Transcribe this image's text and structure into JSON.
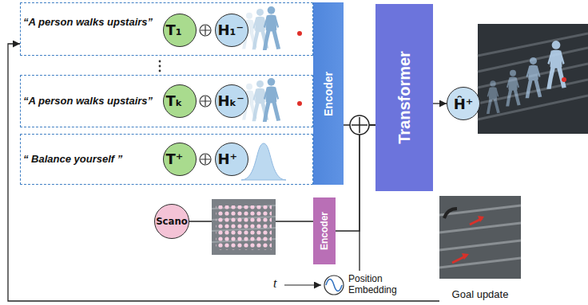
{
  "diagram": {
    "nodes": [
      {
        "text": [
          "“A person walks upstairs”"
        ]
      },
      {
        "text": [
          "T₁"
        ],
        "in": 0
      },
      {
        "text": [
          "H₁⁻"
        ],
        "in": 0
      },
      {
        "text": [
          "“A person walks upstairs”"
        ]
      },
      {
        "text": [
          "Tₖ"
        ],
        "in": 3
      },
      {
        "text": [
          "Hₖ⁻"
        ],
        "in": 3
      },
      {
        "text": [
          "“ Balance yourself ”"
        ]
      },
      {
        "text": [
          "T⁺"
        ],
        "in": 6
      },
      {
        "text": [
          "H⁺"
        ],
        "in": 6
      },
      {
        "text": [
          "Encoder"
        ]
      },
      {
        "text": [
          "Scano"
        ]
      },
      {
        "text": [
          "Encoder"
        ]
      },
      {
        "text": [
          "Position Embedding"
        ]
      },
      {
        "text": [
          "Transformer"
        ]
      },
      {
        "text": [
          "Ĥ⁺"
        ]
      },
      {
        "text": [
          "Goal update"
        ]
      }
    ],
    "edges": [
      {
        "from": 10,
        "to": 11,
        "arrow": "none"
      },
      {
        "from": 9,
        "to": 13,
        "arrow": "none"
      },
      {
        "from": 11,
        "to": 13,
        "arrow": "none"
      },
      {
        "from": 12,
        "to": 13,
        "arrow": "none"
      },
      {
        "from": 13,
        "to": 14,
        "arrow": "to"
      },
      {
        "from": 15,
        "to": 0,
        "arrow": "to"
      }
    ],
    "labels": [
      "t"
    ]
  }
}
